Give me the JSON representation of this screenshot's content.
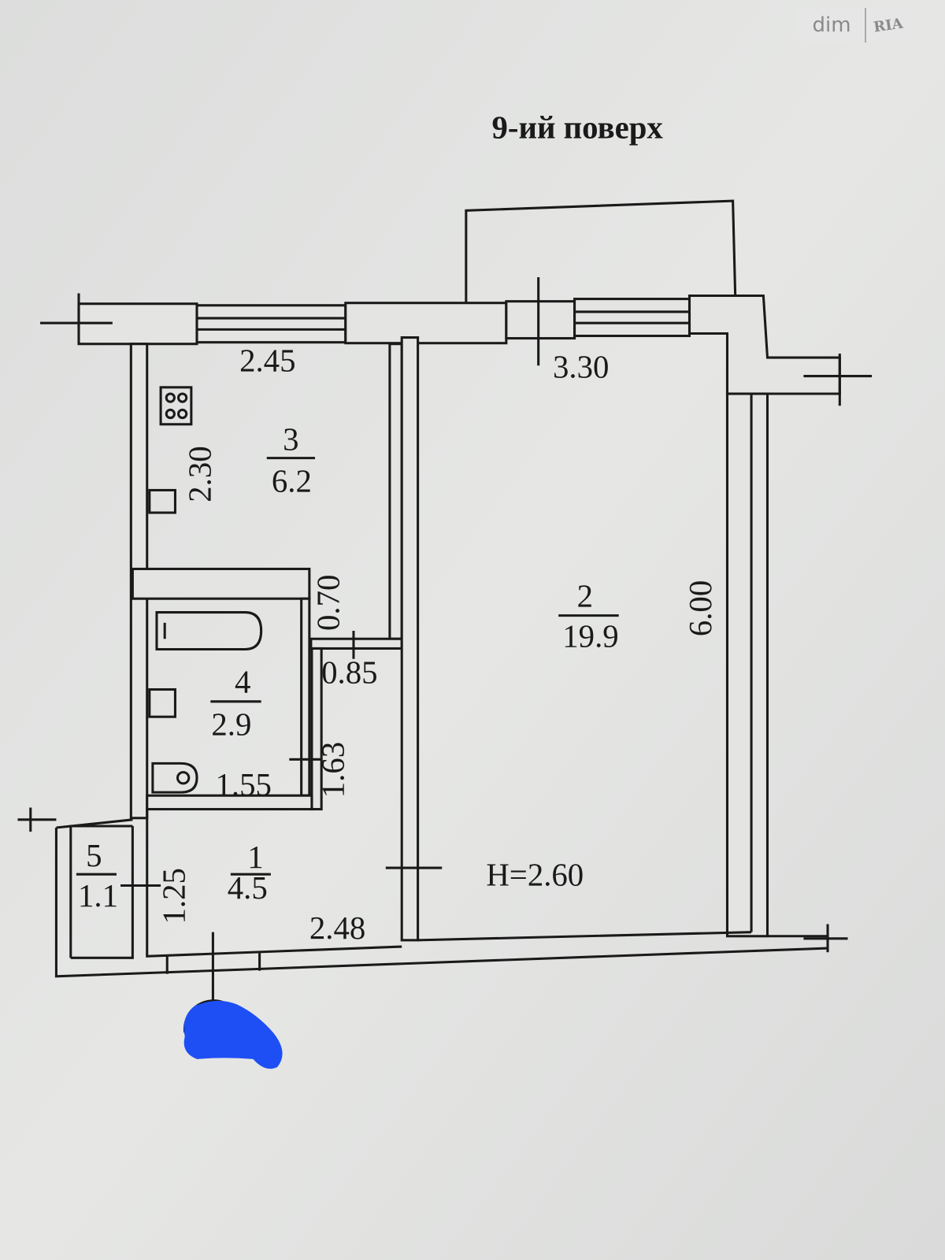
{
  "floor_title": "9-ий поверх",
  "watermark": {
    "left": "dim",
    "right": "RIA"
  },
  "rooms": [
    {
      "number": "1",
      "area": "4.5"
    },
    {
      "number": "2",
      "area": "19.9"
    },
    {
      "number": "3",
      "area": "6.2"
    },
    {
      "number": "4",
      "area": "2.9"
    },
    {
      "number": "5",
      "area": "1.1"
    }
  ],
  "dimensions": {
    "room3_width": "2.45",
    "room3_length": "2.30",
    "room2_width": "3.30",
    "room2_length": "6.00",
    "passage_length": "0.70",
    "passage_width": "0.85",
    "room4_width": "1.55",
    "room4_length": "1.63",
    "room1_length": "1.25",
    "room1_width": "2.48"
  },
  "ceiling_height": "H=2.60",
  "colors": {
    "paper": "#e3e4e2",
    "ink": "#1a1a1a",
    "marker": "#1e4ff5"
  }
}
